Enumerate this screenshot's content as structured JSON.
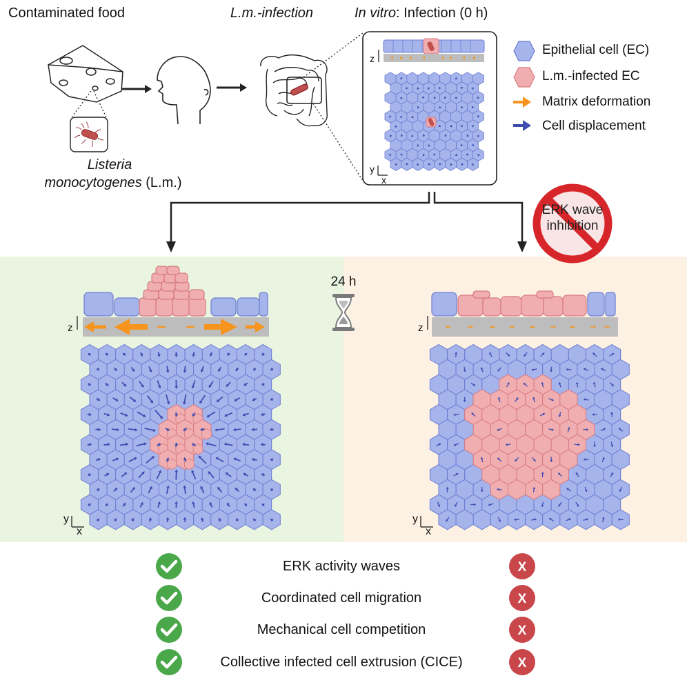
{
  "top_labels": {
    "contaminated_food": "Contaminated food",
    "lm_infection": "L.m.-infection",
    "in_vitro_italic": "In vitro",
    "in_vitro_rest": ": Infection (0 h)",
    "listeria_line1": "Listeria",
    "listeria_line2_italic": "monocytogenes",
    "listeria_line2_rest": " (L.m.)"
  },
  "legend": {
    "items": [
      {
        "label": "Epithelial cell (EC)",
        "color": "#a6b4ec"
      },
      {
        "label": "L.m.-infected EC",
        "color": "#f1aeb0"
      },
      {
        "label": "Matrix deformation",
        "color": "#f7941d"
      },
      {
        "label": "Cell displacement",
        "color": "#3f4db1"
      }
    ]
  },
  "inhibition_label": {
    "line1": "ERK wave",
    "line2": "inhibition"
  },
  "time_label": "24 h",
  "axes": {
    "z": "z",
    "y": "y",
    "x": "x"
  },
  "summary": {
    "rows": [
      {
        "label": "ERK activity waves"
      },
      {
        "label": "Coordinated cell migration"
      },
      {
        "label": "Mechanical cell competition"
      },
      {
        "label": "Collective infected cell extrusion (CICE)"
      }
    ],
    "check_symbol": "✓",
    "cross_symbol": "X",
    "check_color": "#4aa84a",
    "cross_color": "#c9474b"
  },
  "colors": {
    "ec_fill": "#a6b4ec",
    "ec_stroke": "#6b7bd0",
    "infected_fill": "#f1aeb0",
    "infected_stroke": "#d77a7f",
    "matrix": "#bdbdbd",
    "arrow_orange": "#f7941d",
    "arrow_blue": "#3f4db1",
    "panel_left_bg": "#e9f5e0",
    "panel_right_bg": "#fcf1e3",
    "prohibit_red": "#d7262a"
  }
}
